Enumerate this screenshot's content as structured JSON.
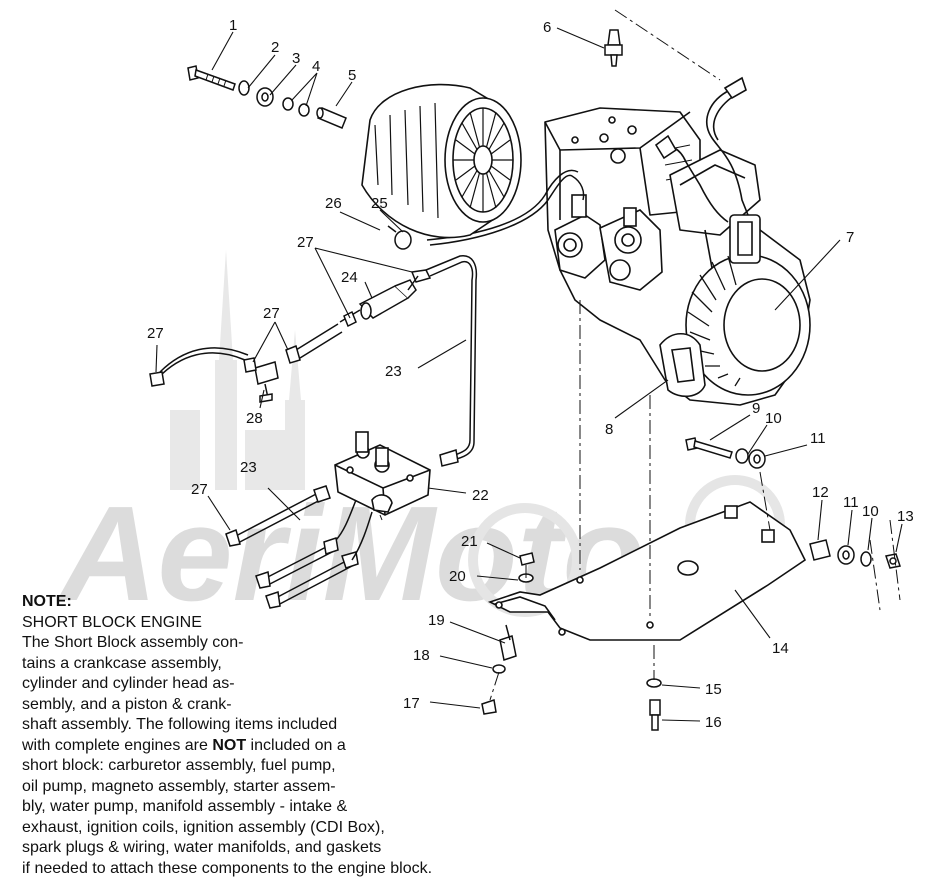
{
  "watermark": {
    "text": "AeriMoto",
    "color": "#d9d9d9"
  },
  "callouts": {
    "c1": "1",
    "c2": "2",
    "c3": "3",
    "c4": "4",
    "c5": "5",
    "c6": "6",
    "c7": "7",
    "c8": "8",
    "c9": "9",
    "c10a": "10",
    "c11a": "11",
    "c12": "12",
    "c11b": "11",
    "c10b": "10",
    "c13": "13",
    "c14": "14",
    "c15": "15",
    "c16": "16",
    "c17": "17",
    "c18": "18",
    "c19": "19",
    "c20": "20",
    "c21": "21",
    "c22": "22",
    "c23a": "23",
    "c23b": "23",
    "c24": "24",
    "c25": "25",
    "c26": "26",
    "c27a": "27",
    "c27b": "27",
    "c27c": "27",
    "c27d": "27",
    "c28": "28"
  },
  "note": {
    "title": "NOTE:",
    "subtitle": "SHORT BLOCK ENGINE",
    "line1": "The Short Block assembly con-",
    "line2": "tains a crankcase assembly,",
    "line3": "cylinder and cylinder head as-",
    "line4": "sembly, and a piston & crank-",
    "line5": "shaft assembly.  The following items included",
    "line6_pre": "with complete engines are ",
    "line6_bold": "NOT",
    "line6_post": " included on a",
    "line7": "short block:  carburetor assembly, fuel pump,",
    "line8": "oil pump, magneto assembly, starter assem-",
    "line9": "bly, water pump, manifold assembly - intake &",
    "line10": "exhaust, ignition coils, ignition assembly (CDI Box),",
    "line11": "spark plugs & wiring, water manifolds, and gaskets",
    "line12": "if needed to attach these components to the engine block."
  }
}
